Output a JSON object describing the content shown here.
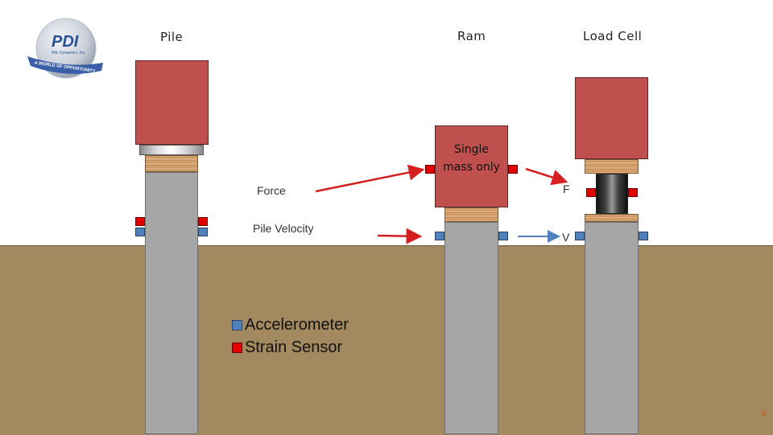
{
  "logo": {
    "initials": "PDI",
    "company": "Pile Dynamics, Inc.",
    "ribbon": "A WORLD OF OPPORTUNITY"
  },
  "titles": {
    "pile": "Pile",
    "ram": "Ram",
    "load_cell": "Load Cell"
  },
  "labels": {
    "force": "Force",
    "pile_velocity": "Pile Velocity",
    "single_mass": "Single mass only",
    "f": "F",
    "v": "V"
  },
  "legend": [
    {
      "label": "Accelerometer",
      "color": "#4f81bd"
    },
    {
      "label": "Strain Sensor",
      "color": "#e00000"
    }
  ],
  "colors": {
    "ground": "#a3895f",
    "pile": "#a6a6a6",
    "ram": "#c0504d",
    "strain": "#e00000",
    "accelerometer": "#4f81bd",
    "arrow_red": "#d42020",
    "arrow_blue": "#4f81bd"
  },
  "page_number": "4"
}
